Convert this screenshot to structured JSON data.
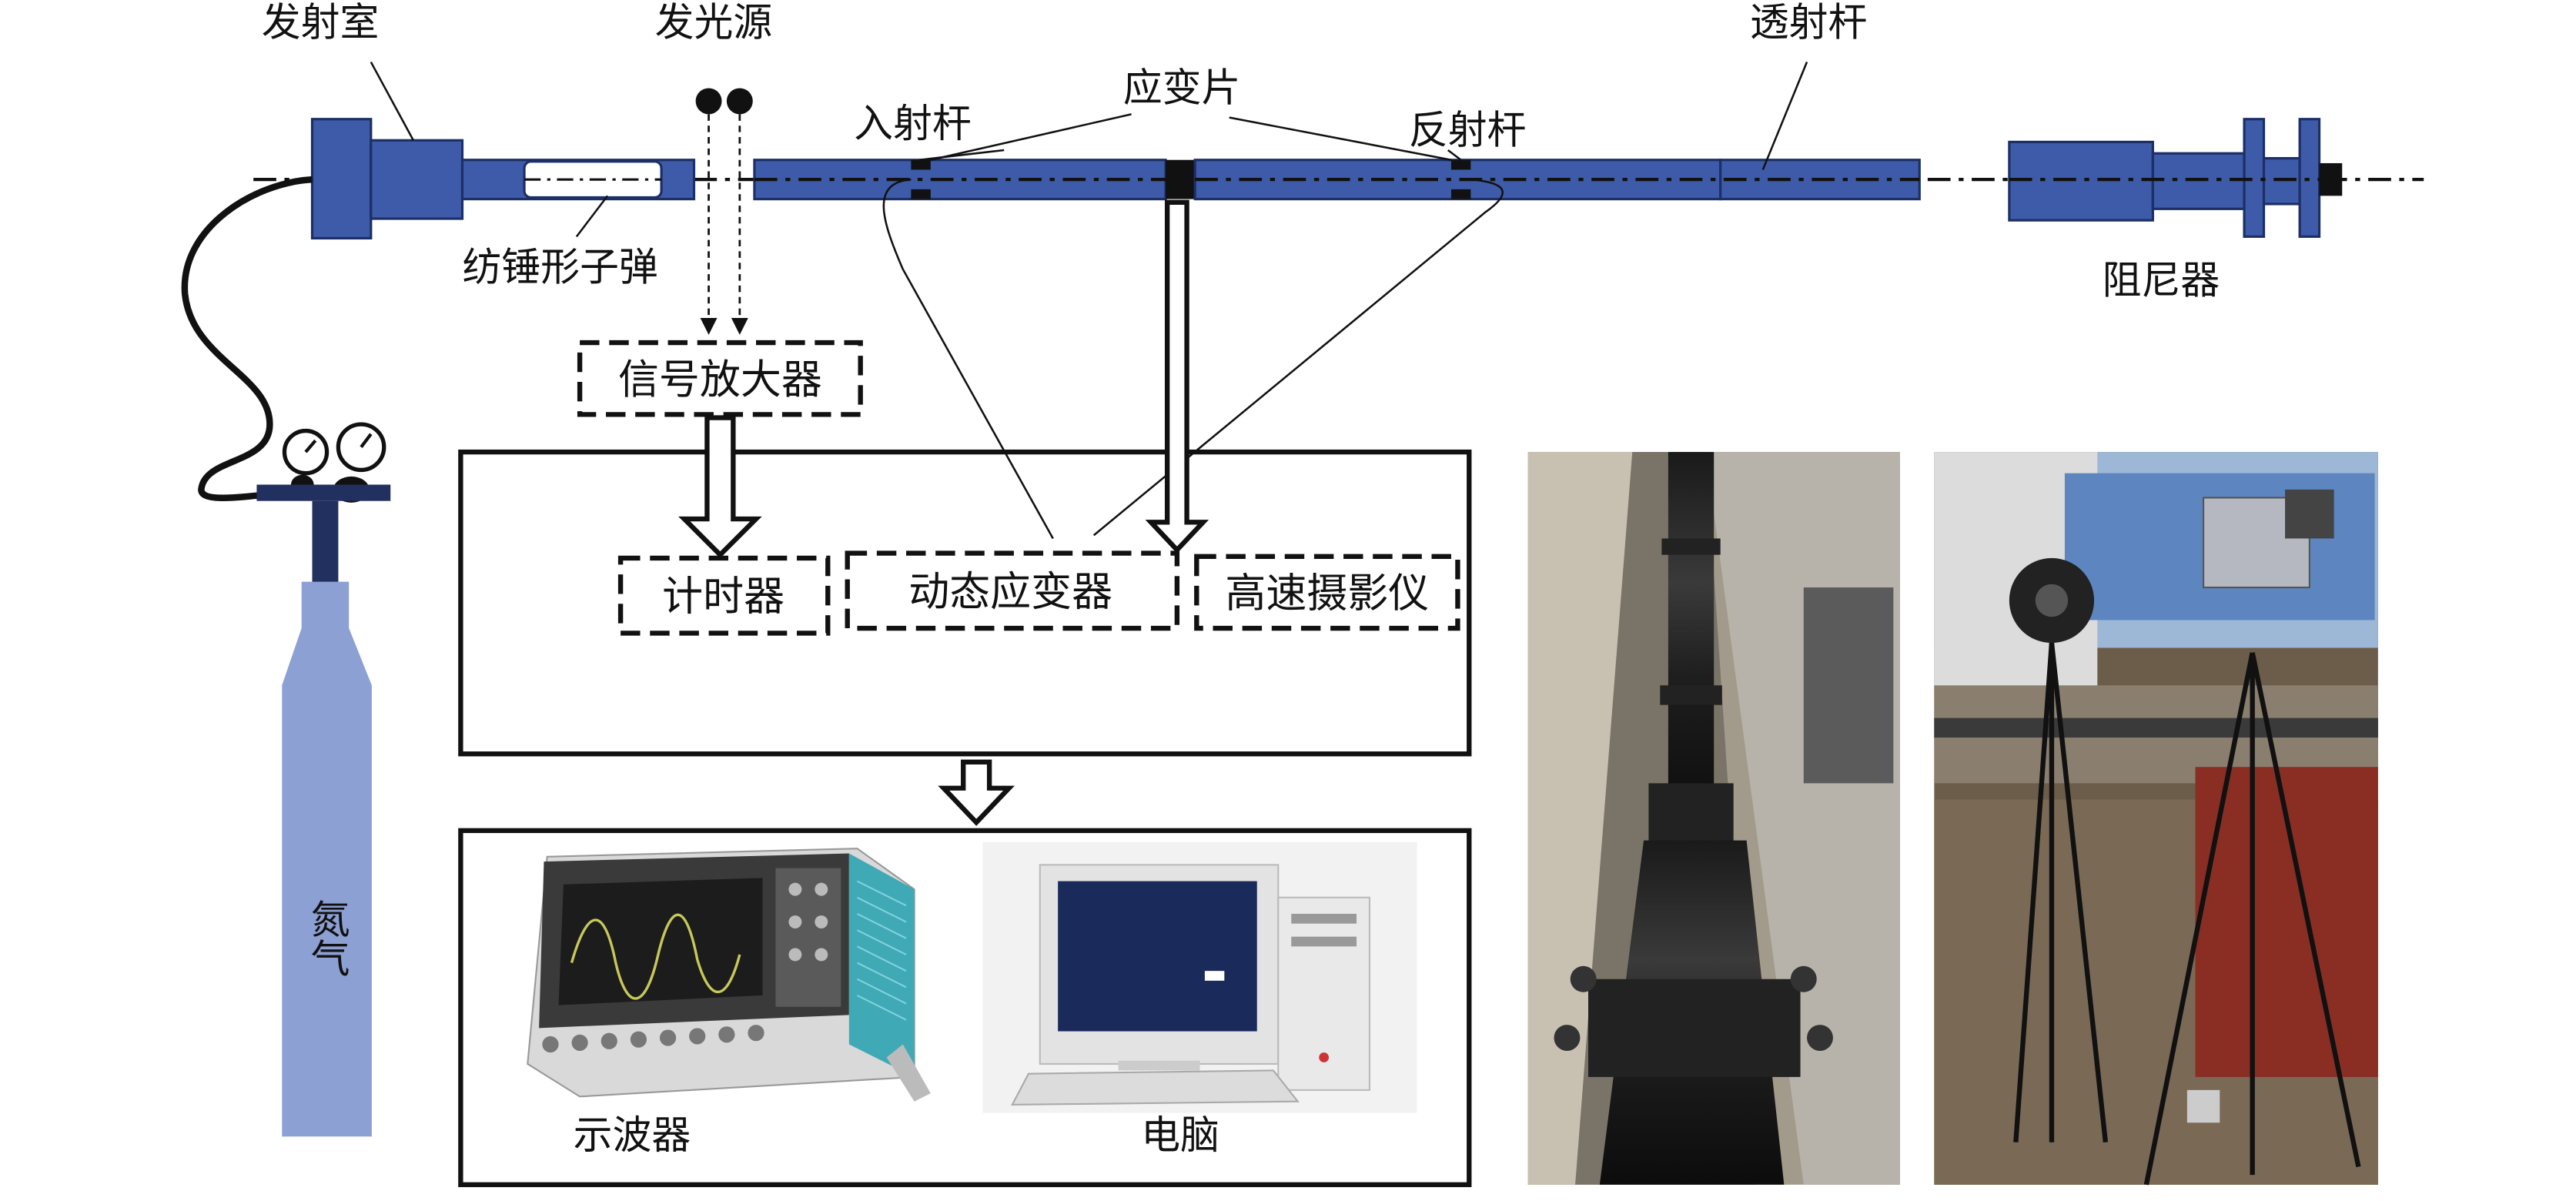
{
  "labels": {
    "launch_chamber": "发射室",
    "light_source": "发光源",
    "strain_gauge": "应变片",
    "incident_bar": "入射杆",
    "reflected_bar": "反射杆",
    "transmission_bar": "透射杆",
    "spindle_bullet": "纺锤形子弹",
    "damper": "阻尼器",
    "signal_amplifier": "信号放大器",
    "timer": "计时器",
    "dynamic_strain_meter": "动态应变器",
    "high_speed_camera": "高速摄影仪",
    "oscilloscope": "示波器",
    "computer": "电脑",
    "nitrogen": "氮气"
  },
  "colors": {
    "bar_blue": "#3d5ba8",
    "bar_outline": "#1c2f66",
    "gas_cylinder": "#8ca0d3",
    "dark_stem": "#22305f",
    "line": "#111111"
  },
  "icons": {
    "oscilloscope": "oscilloscope-icon",
    "computer": "computer-icon",
    "photo_left": "hopkinson-bar-photo",
    "photo_right": "high-speed-camera-photo"
  }
}
